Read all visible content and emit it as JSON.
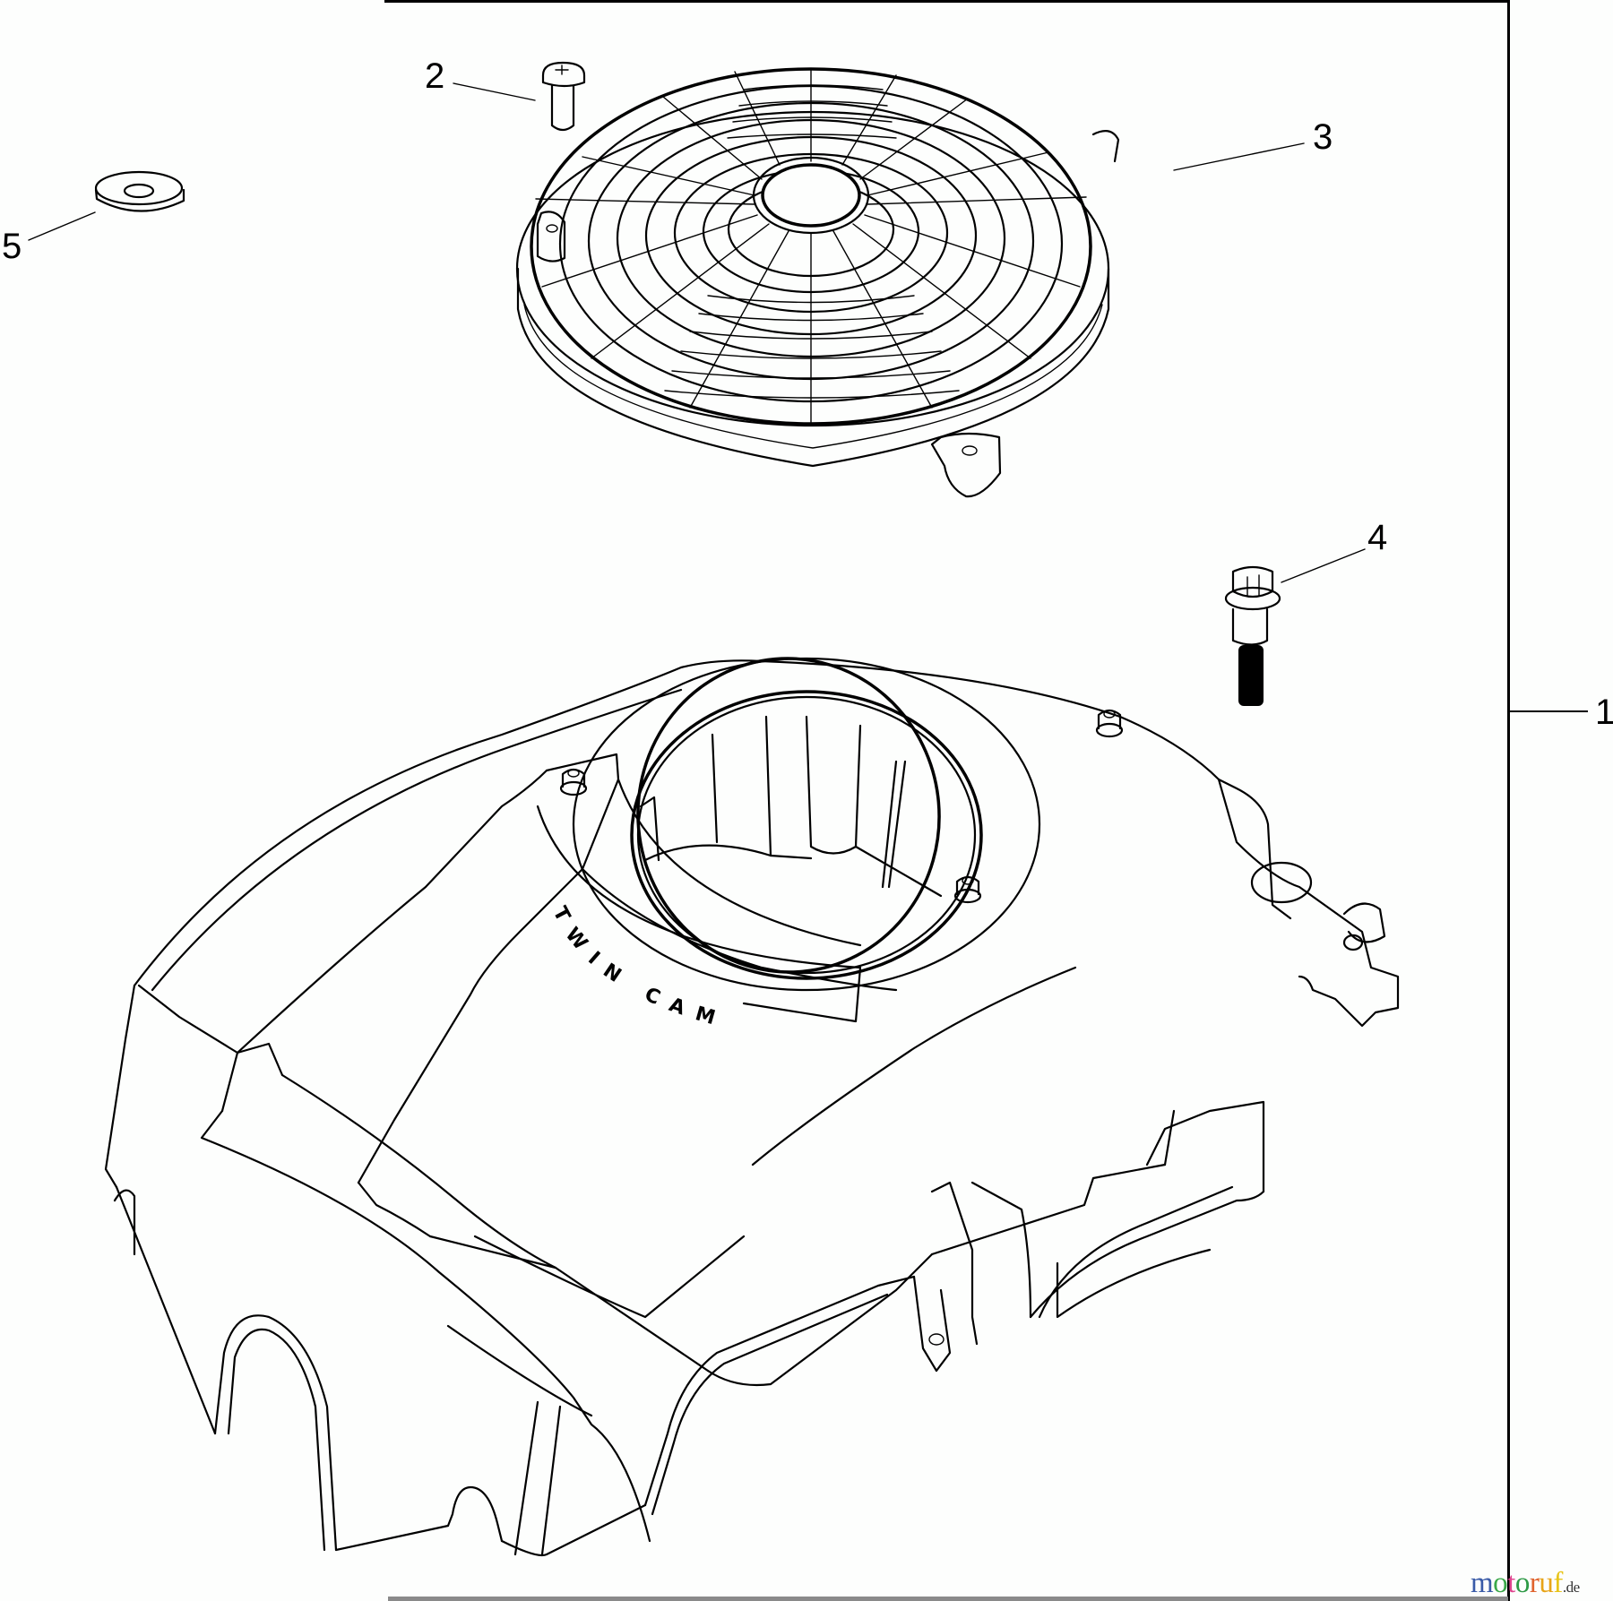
{
  "diagram": {
    "type": "exploded-parts-view",
    "subject": "Engine blower housing with fan guard",
    "callouts": [
      {
        "number": "1",
        "part": "blower housing (shroud)"
      },
      {
        "number": "2",
        "part": "screw"
      },
      {
        "number": "3",
        "part": "fan grille / rotating screen guard"
      },
      {
        "number": "4",
        "part": "flange bolt"
      },
      {
        "number": "5",
        "part": "washer"
      }
    ],
    "embossed_text": "TWIN CAM",
    "line_color": "#000000",
    "background_color": "#fdfefd"
  },
  "watermark": {
    "letters": [
      "m",
      "o",
      "t",
      "o",
      "r",
      "u",
      "f"
    ],
    "colors": [
      "#3a5ba8",
      "#3a5ba8",
      "#3aa848",
      "#e0458f",
      "#2e9a47",
      "#e0632e",
      "#e8a418",
      "#e8c418"
    ],
    "suffix": ".de"
  }
}
